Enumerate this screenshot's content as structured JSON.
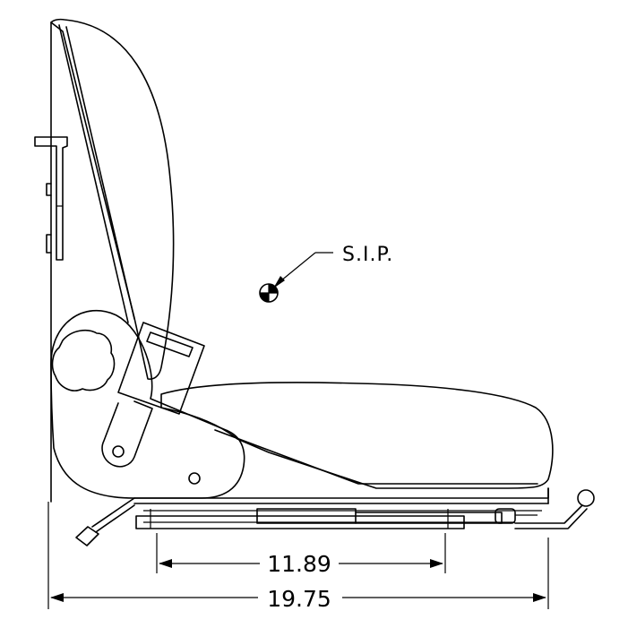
{
  "annotations": {
    "sip_label": "S.I.P."
  },
  "dimensions": {
    "slide_length": "11.89",
    "overall_length": "19.75"
  },
  "colors": {
    "line": "#000000",
    "background": "#ffffff"
  }
}
